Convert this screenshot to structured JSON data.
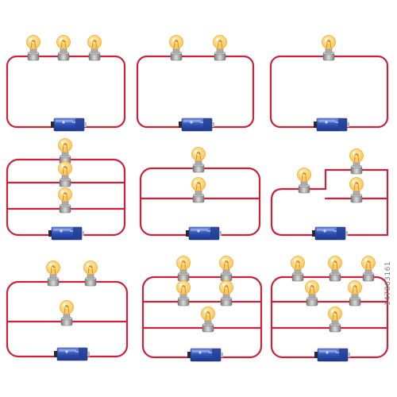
{
  "image_id_text": "147863161",
  "colors": {
    "wire": "#c8233a",
    "bulb_glass": "#ffd06a",
    "bulb_glass_edge": "#f3a93a",
    "filament": "#d08a1e",
    "socket": "#9e9e9e",
    "socket_dark": "#6e6e6e",
    "battery_blue": "#2a4aa8",
    "battery_light": "#5c7fd9",
    "battery_terminal": "#2b2b2b"
  },
  "circuits": [
    {
      "id": "series-3-bulbs",
      "bulbs": 3
    },
    {
      "id": "series-2-bulbs",
      "bulbs": 2
    },
    {
      "id": "series-1-bulb",
      "bulbs": 1
    },
    {
      "id": "parallel-3-branches",
      "bulbs": 3
    },
    {
      "id": "parallel-2-branches",
      "bulbs": 2
    },
    {
      "id": "mixed-with-side-loop",
      "bulbs": 3
    },
    {
      "id": "parallel-3-plus-1",
      "bulbs": 3
    },
    {
      "id": "parallel-rows-5",
      "bulbs": 5
    },
    {
      "id": "parallel-rows-6",
      "bulbs": 6
    }
  ]
}
